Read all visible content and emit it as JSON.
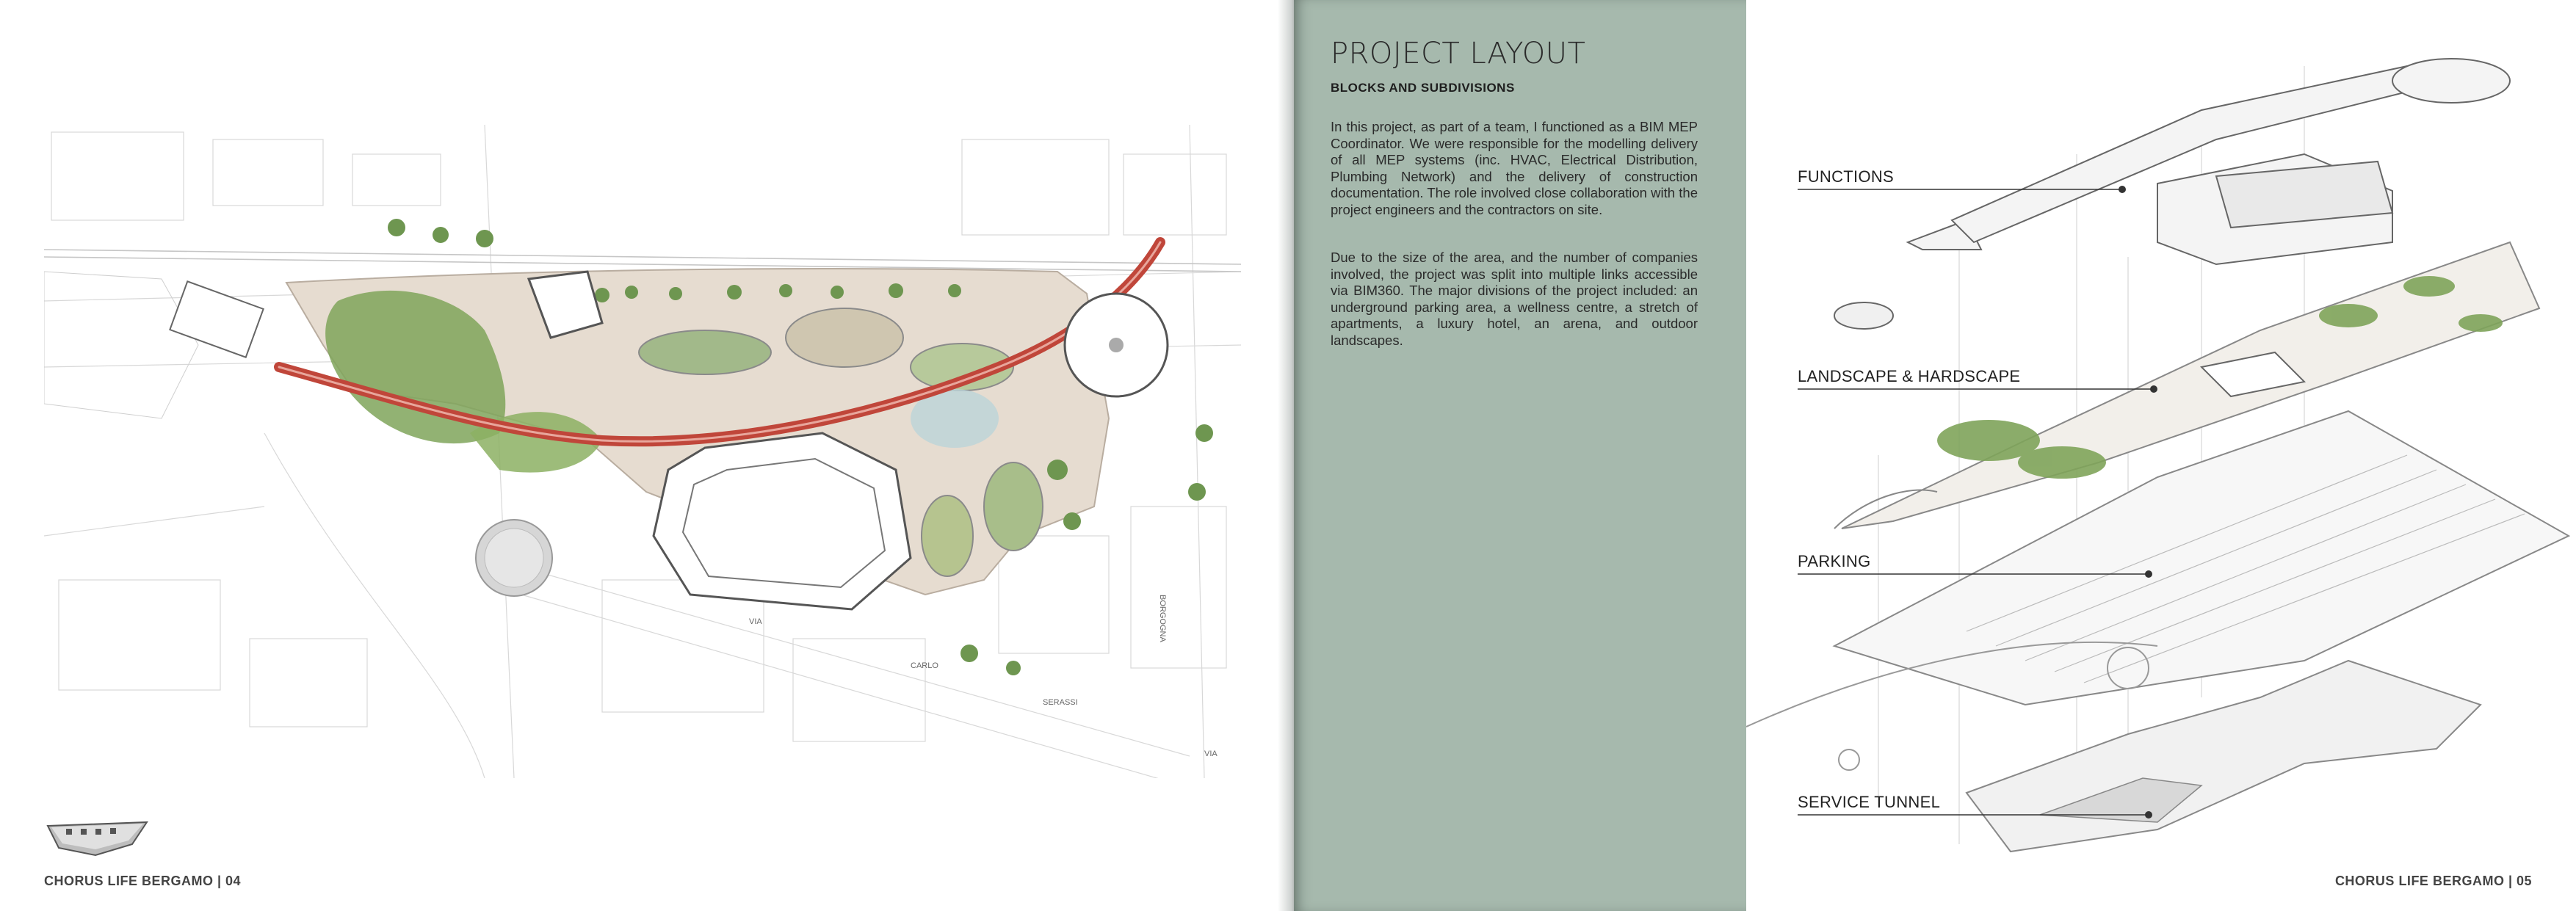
{
  "left_page": {
    "footer": "CHORUS LIFE BERGAMO | 04",
    "map_labels": {
      "street_1": "VIA",
      "street_2": "CARLO",
      "street_3": "SERASSI",
      "street_4": "BORGOGNA",
      "street_5": "VIA"
    }
  },
  "panel": {
    "title": "PROJECT LAYOUT",
    "subtitle": "BLOCKS AND SUBDIVISIONS",
    "paragraph_1": "In this project, as part of a team,  I functioned as a BIM MEP Coordinator. We were responsible for the modelling delivery of all MEP systems (inc. HVAC, Electrical Distribution, Plumbing Network) and the delivery of construction documentation. The role involved close collaboration with the project engineers and the contractors on site.",
    "paragraph_2": "Due to the size of the area, and the number of companies involved, the project was split into multiple links accessible via BIM360. The major divisions of the project included: an underground parking area, a wellness centre, a stretch of apartments, a luxury hotel, an arena, and outdoor landscapes.",
    "background_color": "#a6b9ad"
  },
  "right_page": {
    "layers": [
      {
        "label": "FUNCTIONS"
      },
      {
        "label": "LANDSCAPE & HARDSCAPE"
      },
      {
        "label": "PARKING"
      },
      {
        "label": "SERVICE TUNNEL"
      }
    ],
    "footer": "CHORUS LIFE BERGAMO | 05"
  },
  "colors": {
    "track_red": "#c0463a",
    "greenery": "#7fa45a",
    "plaza": "#e6dcd0",
    "linework": "#b8b8b8"
  }
}
